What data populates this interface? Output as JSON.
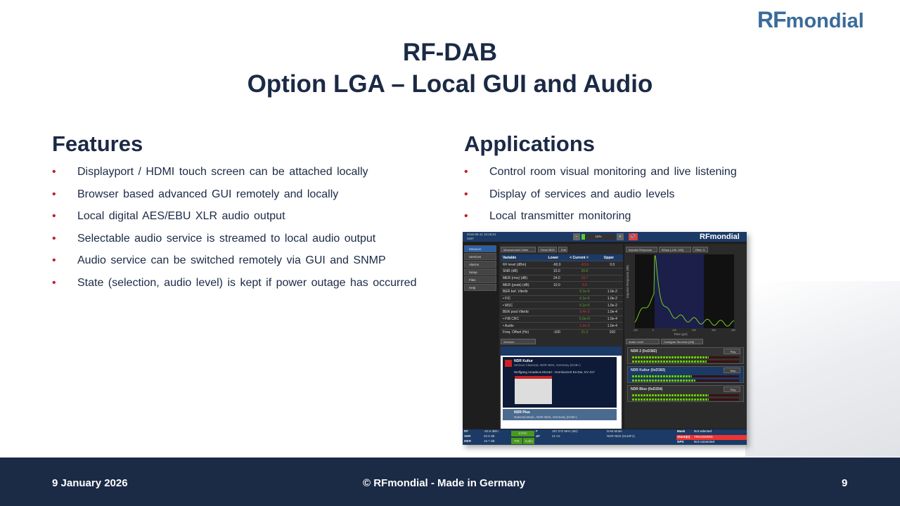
{
  "logo": {
    "text": "RF",
    "text2": "mondial"
  },
  "title": {
    "line1": "RF-DAB",
    "line2": "Option LGA – Local GUI and Audio"
  },
  "features": {
    "heading": "Features",
    "items": [
      "Displayport  / HDMI touch screen can be attached  locally",
      "Browser based  advanced  GUI remotely  and locally",
      "Local digital AES/EBU XLR audio output",
      "Selectable  audio service is streamed  to local audio output",
      "Audio service can be switched  remotely  via GUI and SNMP",
      "State  (selection,  audio level)  is kept  if power outage has occurred"
    ]
  },
  "applications": {
    "heading": "Applications",
    "items": [
      "Control room visual monitoring and live listening",
      "Display of services and audio levels",
      "Local transmitter monitoring"
    ]
  },
  "bullet": "•",
  "footer": {
    "date": "9 January 2026",
    "copyright": "© RFmondial - Made in Germany",
    "page": "9"
  },
  "colors": {
    "navy": "#1b2a45",
    "accent_red": "#c0202a",
    "logo_blue": "#3a6b9a"
  },
  "screenshot": {
    "datetime": "2016-06-11 10:26:51",
    "tz": "GMT",
    "volume": "10%",
    "volume_level": 0.1,
    "logo": "RFmondial",
    "nav": [
      "Measure",
      "Services",
      "Alarms",
      "Setup",
      "Files",
      "Help"
    ],
    "table_dropdown": "Measurement Table",
    "reset_ber": "Reset BER",
    "edit": "Edit",
    "headers": [
      "Variable",
      "Lower",
      "< Current <",
      "Upper"
    ],
    "rows": [
      [
        "RF level (dBm)",
        "-60.0",
        "-63.6",
        "0.0",
        "r"
      ],
      [
        "SNR (dB)",
        "15.0",
        "20.8",
        "",
        "g"
      ],
      [
        "MER (rms) (dB)",
        "24.0",
        "16.7",
        "",
        "r"
      ],
      [
        "MER (peak) (dB)",
        "10.0",
        "6.0",
        "",
        "r"
      ],
      [
        "BER bef. Viterbi",
        "",
        "6.1e-5",
        "1.0e-2",
        "g"
      ],
      [
        "• FIC",
        "",
        "6.1e-5",
        "1.0e-2",
        "g"
      ],
      [
        "• MSC",
        "",
        "6.1e-5",
        "1.0e-2",
        "g"
      ],
      [
        "BER post Viterbi",
        "",
        "9.4e-3",
        "1.0e-4",
        "r"
      ],
      [
        "• FIB CRC",
        "",
        "0.0e+0",
        "1.0e-4",
        "g"
      ],
      [
        "• Audio",
        "",
        "1.1e-2",
        "1.0e-4",
        "r"
      ],
      [
        "Freq. Offset (Hz)",
        "-100",
        "21.0",
        "100",
        "g"
      ]
    ],
    "plot_dropdowns": [
      "Impulse Response",
      "500µs [-100, 400]",
      "Filter: 5"
    ],
    "plot_ylabel": "Impulse Response (dB)",
    "plot_xlabel": "Time (µS)",
    "plot_xticks": [
      "-100",
      "0",
      "100",
      "200",
      "300",
      "400"
    ],
    "services_dropdown": "Services",
    "services": [
      {
        "name": "NDR Kultur",
        "desc": "Serious Classical, NDR NDS, Germany (DAB+)",
        "now": "Wolfgang Amadeus Mozart - Hornkonzert Es-Dur, KV 417"
      },
      {
        "name": "NDR Plus",
        "desc": "National Music, NDR NDS, Germany (DAB+)"
      }
    ],
    "audio_dropdowns": [
      "Audio Level",
      "Configure Services (3/8)"
    ],
    "audio": [
      {
        "name": "NDR 2 (0xD382)",
        "btn": "Play",
        "l": 0.72,
        "r": 0.7
      },
      {
        "name": "NDR Kultur (0xD383)",
        "btn": "Stop",
        "l": 0.56,
        "r": 0.59
      },
      {
        "name": "NDR Blue (0xD354)",
        "btn": "Play",
        "l": 0.72,
        "r": 0.72
      }
    ],
    "status": {
      "rf": [
        "RF",
        "-63.6  dBm"
      ],
      "snr": [
        "SNR",
        "20.8  dB"
      ],
      "mer": [
        "MER",
        "16.7  dB"
      ],
      "sync": "SYNC",
      "fib": "FIB",
      "audio": "Audio",
      "f": [
        "F",
        "187.072 MHz (6D)"
      ],
      "df": [
        "ΔF",
        "21 Hz"
      ],
      "mode": "DAB Mode",
      "ens": "NDR NDS (0x10F1)",
      "mask": [
        "Mask",
        "Not selected"
      ],
      "alarm": [
        "Alarm(s)",
        "TRIGGERED"
      ],
      "gps": [
        "GPS",
        "Not connected"
      ]
    }
  }
}
